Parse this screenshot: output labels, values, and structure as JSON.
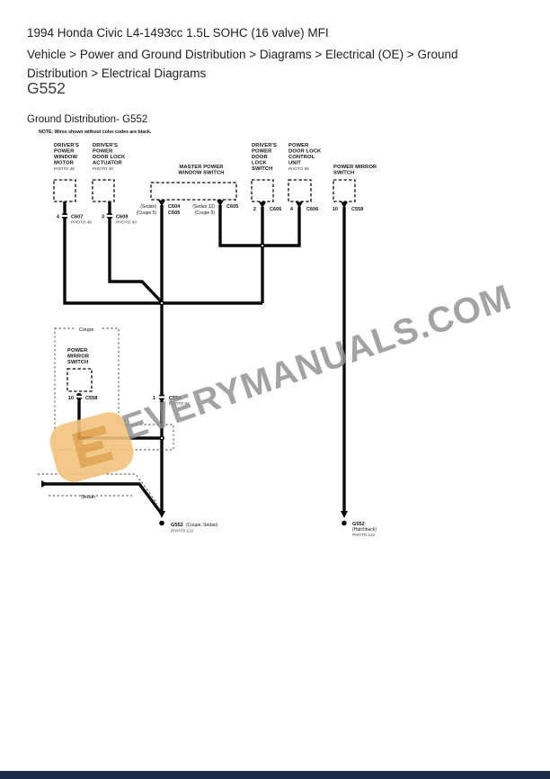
{
  "header": {
    "title": "1994 Honda Civic L4-1493cc 1.5L SOHC (16 valve) MFI",
    "breadcrumb": "Vehicle > Power and Ground Distribution > Diagrams > Electrical (OE) > Ground Distribution > Electrical Diagrams",
    "heading": "G552",
    "diagram_title": "Ground Distribution- G552"
  },
  "watermark": {
    "text": "EVERYMANUALS.COM",
    "text_color": "#8f8f8f",
    "logo_fill": "#f1c47c",
    "logo_glyph_color": "#dfa049"
  },
  "footer": {
    "bar_color": "#1c2a49"
  },
  "diagram": {
    "note": "NOTE: Wires shown without  color codes are black.",
    "components": {
      "window_motor": {
        "l1": "DRIVER'S",
        "l2": "POWER",
        "l3": "WINDOW",
        "l4": "MOTOR",
        "photo": "PHOTO 48"
      },
      "door_lock_actuator": {
        "l1": "DRIVER'S",
        "l2": "POWER",
        "l3": "DOOR LOCK",
        "l4": "ACTUATOR",
        "photo": "PHOTO 49"
      },
      "master_window_switch": {
        "l1": "MASTER POWER",
        "l2": "WINDOW SWITCH"
      },
      "door_lock_switch": {
        "l1": "DRIVER'S",
        "l2": "POWER",
        "l3": "DOOR",
        "l4": "LOCK",
        "l5": "SWITCH"
      },
      "door_lock_control": {
        "l1": "POWER",
        "l2": "DOOR LOCK",
        "l3": "CONTROL",
        "l4": "UNIT",
        "photo": "PHOTO 88"
      },
      "power_mirror_switch": {
        "l1": "POWER MIRROR",
        "l2": "SWITCH"
      },
      "power_mirror_switch_coupe": {
        "l1": "POWER",
        "l2": "MIRROR",
        "l3": "SWITCH"
      }
    },
    "connectors": {
      "c607": {
        "pin": "4",
        "id": "C607",
        "photo": "PHOTO 48"
      },
      "c609": {
        "pin": "3",
        "id": "C609",
        "photo": "PHOTO 49"
      },
      "master_left": {
        "variant1": "(Sedan)",
        "variant2": "(Coupe 5)",
        "id1": "C604",
        "id2": "C605"
      },
      "master_right": {
        "variant1": "(Sedan 12)",
        "variant2": "(Coupe 9)",
        "id1": "C605"
      },
      "c606_switch": {
        "pin": "2",
        "id": "C606"
      },
      "c606_unit": {
        "pin": "4",
        "id": "C606"
      },
      "c558_top": {
        "pin": "10",
        "id": "C558"
      },
      "c558_coupe": {
        "pin": "10",
        "id": "C558"
      },
      "c554": {
        "pin": "1",
        "id": "C554",
        "photo": "PHOTO 84"
      }
    },
    "regions": {
      "coupe": "Coupe",
      "sedan": "Sedan"
    },
    "grounds": {
      "left": {
        "id": "G552",
        "variant": "(Coupe, Sedan)",
        "photo": "PHOTO 121"
      },
      "right": {
        "id": "G552",
        "variant": "(Hatchback)",
        "photo": "PHOTO 121"
      }
    }
  }
}
